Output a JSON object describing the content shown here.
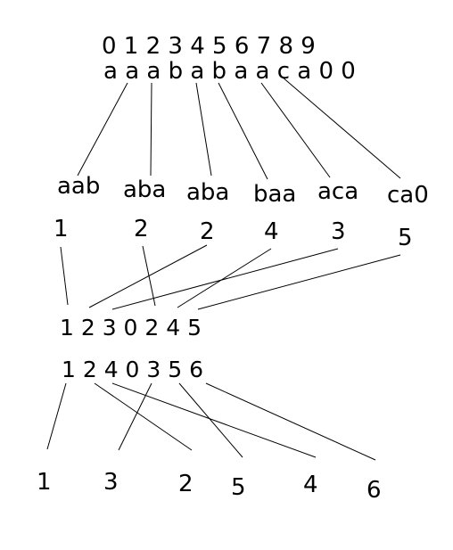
{
  "diagram": {
    "indices": "0 1 2 3 4 5 6 7 8 9",
    "string_row": "a a a b a b a a c a 0 0",
    "triples": [
      "aab",
      "aba",
      "aba",
      "baa",
      "aca",
      "ca0"
    ],
    "ranks": [
      "1",
      "2",
      "2",
      "4",
      "3",
      "5"
    ],
    "sequence_a": "1 2 3 0 2 4 5",
    "sequence_b": "1 2 4 0 3 5 6",
    "final_ranks": [
      "1",
      "3",
      "2",
      "5",
      "4",
      "6"
    ]
  }
}
